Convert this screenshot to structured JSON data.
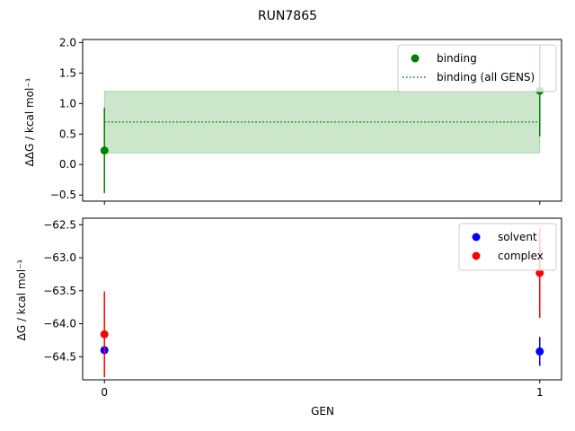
{
  "title": "RUN7865",
  "chart_data": [
    {
      "type": "scatter",
      "panel": "top",
      "ylabel": "ΔΔG / kcal mol⁻¹",
      "xlim": [
        -0.05,
        1.05
      ],
      "ylim": [
        -0.6,
        2.05
      ],
      "xticks": [
        0,
        1
      ],
      "yticks": [
        -0.5,
        0.0,
        0.5,
        1.0,
        1.5,
        2.0
      ],
      "ytick_labels": [
        "−0.5",
        "0.0",
        "0.5",
        "1.0",
        "1.5",
        "2.0"
      ],
      "legend": "top-right",
      "series": [
        {
          "name": "binding",
          "color": "#008000",
          "x": [
            0,
            1
          ],
          "y": [
            0.23,
            1.21
          ],
          "err": [
            0.7,
            0.75
          ]
        }
      ],
      "band": {
        "name": "binding (all GENS)",
        "color": "#008000",
        "y": 0.7,
        "low": 0.19,
        "high": 1.2,
        "x_range": [
          0,
          1
        ]
      }
    },
    {
      "type": "scatter",
      "panel": "bottom",
      "ylabel": "ΔG / kcal mol⁻¹",
      "xlabel": "GEN",
      "xlim": [
        -0.05,
        1.05
      ],
      "ylim": [
        -64.85,
        -62.4
      ],
      "xticks": [
        0,
        1
      ],
      "xtick_labels": [
        "0",
        "1"
      ],
      "yticks": [
        -64.5,
        -64.0,
        -63.5,
        -63.0,
        -62.5
      ],
      "ytick_labels": [
        "−64.5",
        "−64.0",
        "−63.5",
        "−63.0",
        "−62.5"
      ],
      "legend": "top-right",
      "series": [
        {
          "name": "solvent",
          "color": "#0000ff",
          "x": [
            0,
            1
          ],
          "y": [
            -64.4,
            -64.42
          ],
          "err": [
            0.0,
            0.22
          ]
        },
        {
          "name": "complex",
          "color": "#ff0000",
          "x": [
            0,
            1
          ],
          "y": [
            -64.16,
            -63.23
          ],
          "err": [
            0.65,
            0.68
          ]
        }
      ]
    }
  ]
}
